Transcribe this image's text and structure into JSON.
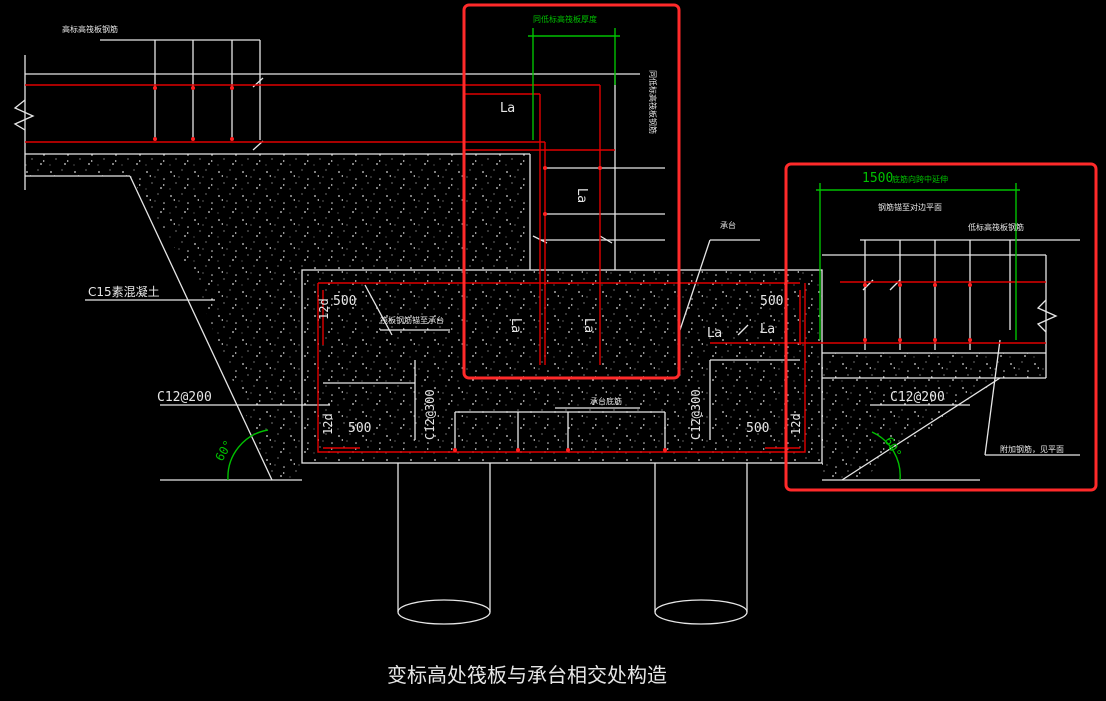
{
  "title": "变标高处筏板与承台相交处构造",
  "labels": {
    "top_left_rebar": "高标高筏板钢筋",
    "same_raft_thickness": "同低标高筏板厚度",
    "low_raft_rebar": "同低标高筏板钢筋",
    "cap": "承台",
    "c15": "C15素混凝土",
    "raft_rebar_to_cap": "筏板钢筋锚至承台",
    "cap_bottom_rebar": "承台底筋",
    "extend_1500": "1500",
    "extend_1500_text": "底筋向跨中延伸",
    "rebar_anchor_note": "钢筋锚至对边平面",
    "low_raft_rebar_right": "低标高筏板钢筋",
    "bottom_right_note": "附加钢筋，见平面",
    "c12_left": "C12@200",
    "c12_right": "C12@200",
    "c12_300_left": "C12@300",
    "c12_300_right": "C12@300",
    "angle_left": "60°",
    "angle_right": "60°",
    "la": "La",
    "d12": "12d",
    "v500": "500"
  },
  "colors": {
    "background": "#000000",
    "line": "#e6e6e6",
    "rebar": "#e00000",
    "dimension": "#00c000",
    "highlight": "#ff2a2a"
  }
}
